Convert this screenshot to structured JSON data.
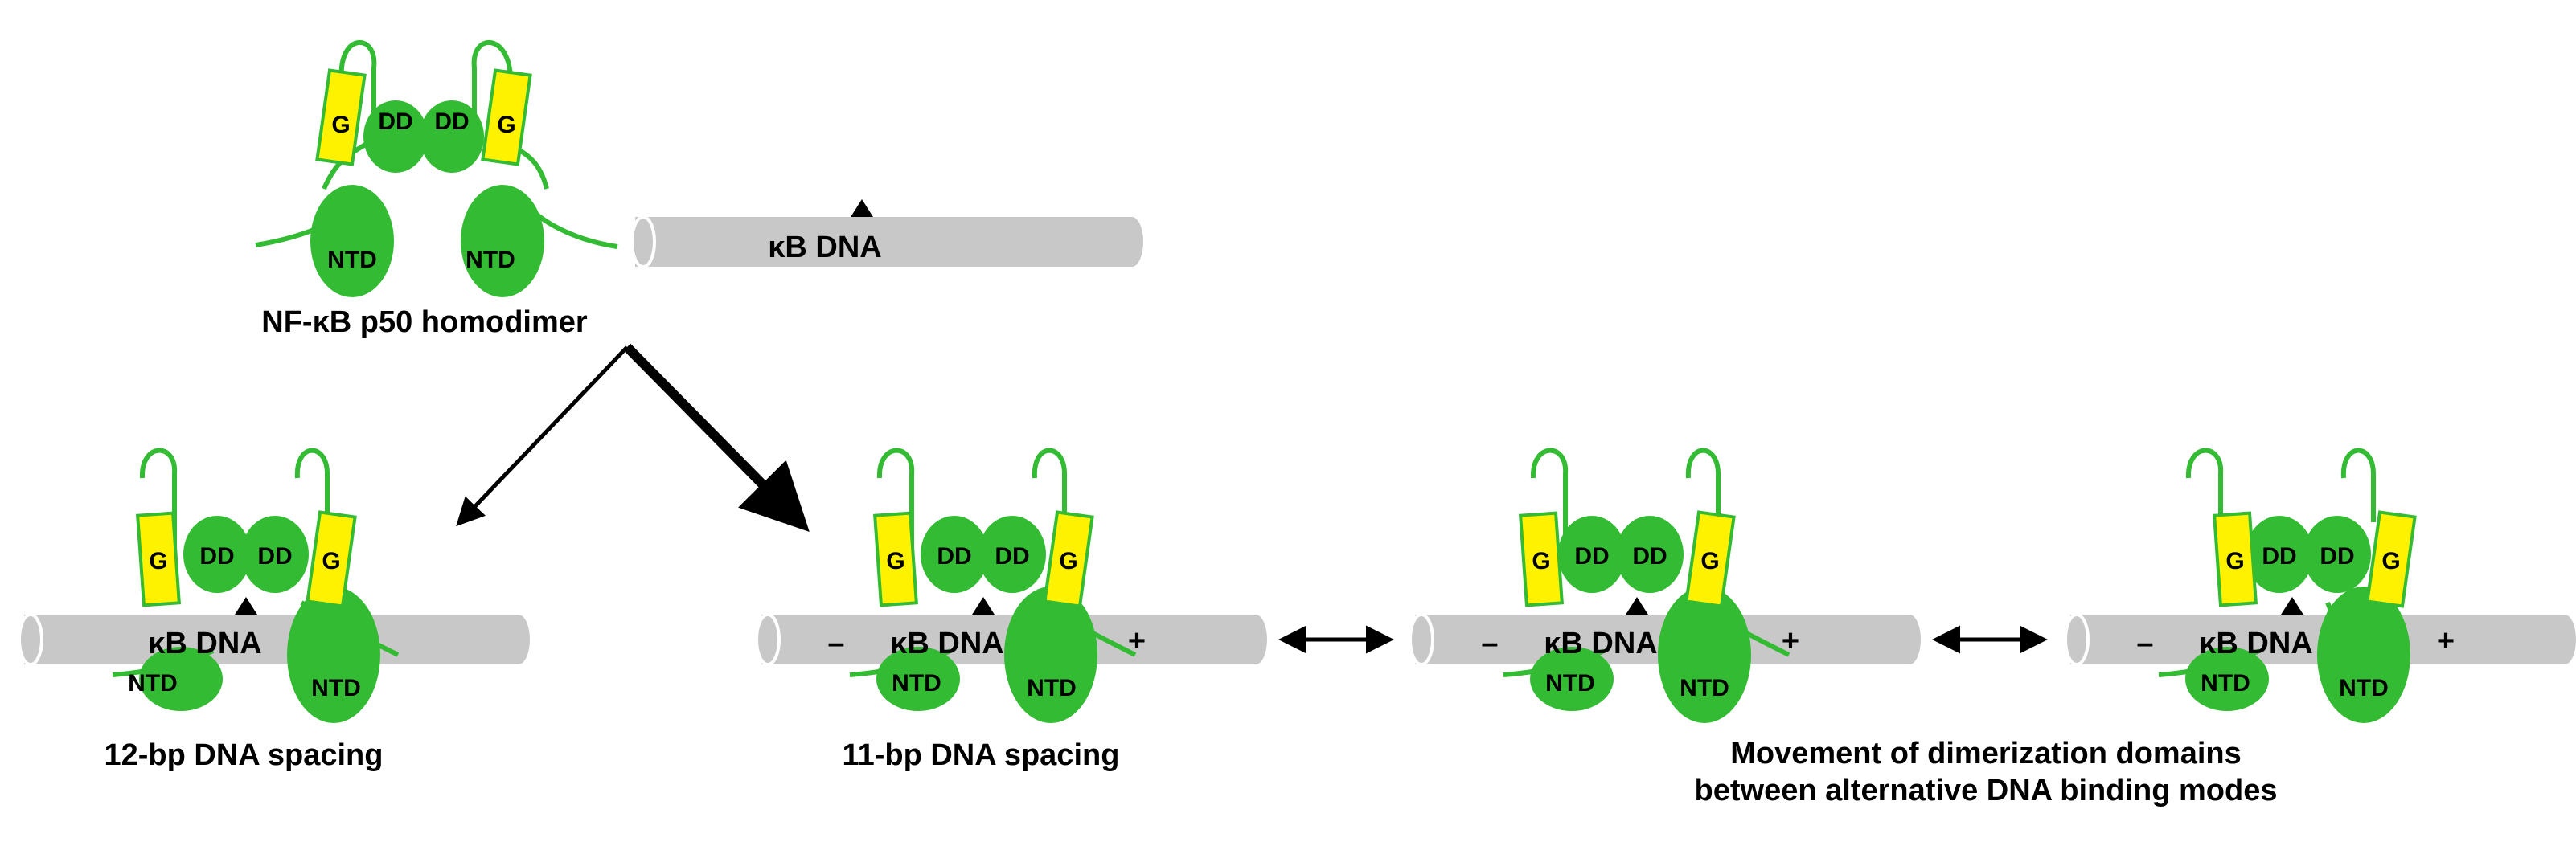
{
  "colors": {
    "protein_green": "#33bb33",
    "g_box_yellow": "#fff200",
    "dna_gray": "#c8c8c8",
    "ink": "#000000"
  },
  "labels": {
    "g": "G",
    "dd": "DD",
    "ntd": "NTD",
    "dna": "κB DNA",
    "minus": "–",
    "plus": "+"
  },
  "captions": {
    "homodimer": "NF-κB p50 homodimer",
    "spacing12": "12-bp DNA spacing",
    "spacing11": "11-bp DNA spacing",
    "movement_line1": "Movement of dimerization domains",
    "movement_line2": "between alternative DNA binding modes"
  }
}
